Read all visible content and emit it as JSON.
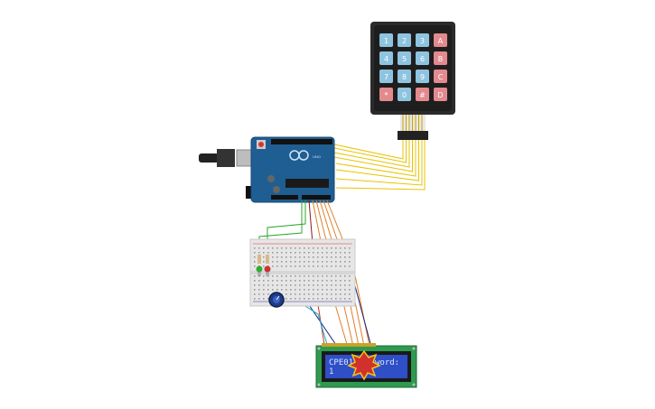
{
  "keypad": {
    "keys": [
      "1",
      "2",
      "3",
      "A",
      "4",
      "5",
      "6",
      "B",
      "7",
      "8",
      "9",
      "C",
      "*",
      "0",
      "#",
      "D"
    ],
    "colors": {
      "number": "#8ec4e0",
      "letter": "#e38a8f",
      "frame": "#2b2b2b"
    }
  },
  "lcd": {
    "line1": "CPE01",
    "line1_suffix": "word:",
    "line2": "1",
    "colors": {
      "screen": "#2f4fc7",
      "pcb": "#2e9a4f"
    }
  },
  "arduino": {
    "label": "UNO",
    "color": "#1f5e92"
  },
  "breadboard": {
    "leds": [
      {
        "color": "#33aa33"
      },
      {
        "color": "#cc3333"
      }
    ]
  },
  "wire_colors": {
    "keypad": "#e8c300",
    "lcd_orange": "#e0802a",
    "green": "#2da52d",
    "red": "#c0392b",
    "navy": "#1a237e",
    "cyan": "#1aa3c9",
    "dark_red": "#8b1a1a"
  },
  "error_badge": {
    "color": "#d0312d",
    "ring": "#f5c518"
  }
}
